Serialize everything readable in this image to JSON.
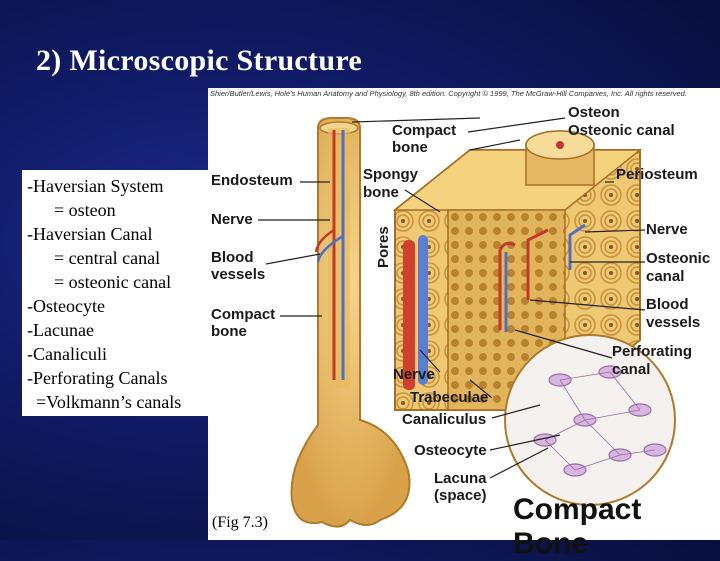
{
  "slide": {
    "title": "2)  Microscopic Structure",
    "notes": [
      "-Haversian System",
      "      = osteon",
      "-Haversian Canal",
      "      = central canal",
      "      = osteonic canal",
      "-Osteocyte",
      "-Lacunae",
      "-Canaliculi",
      "-Perforating Canals",
      "  =Volkmann’s canals"
    ],
    "figure_ref": "(Fig 7.3)"
  },
  "figure": {
    "credit": "Shier/Butler/Lewis, Hole's Human Anatomy and Physiology, 8th edition. Copyright © 1999, The McGraw-Hill Companies, Inc.  All rights reserved.",
    "heading": "Compact Bone",
    "labels": {
      "osteon": "Osteon",
      "osteonic_canal": "Osteonic canal",
      "compact_bone_top_1": "Compact",
      "compact_bone_top_2": "bone",
      "spongy_bone_1": "Spongy",
      "spongy_bone_2": "bone",
      "endosteum": "Endosteum",
      "periosteum": "Periosteum",
      "nerve_left": "Nerve",
      "nerve_right": "Nerve",
      "nerve_bottom": "Nerve",
      "pores": "Pores",
      "blood_vessels_left_1": "Blood",
      "blood_vessels_left_2": "vessels",
      "osteonic_canal_right_1": "Osteonic",
      "osteonic_canal_right_2": "canal",
      "blood_vessels_right_1": "Blood",
      "blood_vessels_right_2": "vessels",
      "compact_bone_left_1": "Compact",
      "compact_bone_left_2": "bone",
      "perforating_canal_1": "Perforating",
      "perforating_canal_2": "canal",
      "trabeculae": "Trabeculae",
      "canaliculus": "Canaliculus",
      "osteocyte": "Osteocyte",
      "lacuna_1": "Lacuna",
      "lacuna_2": "(space)"
    }
  }
}
